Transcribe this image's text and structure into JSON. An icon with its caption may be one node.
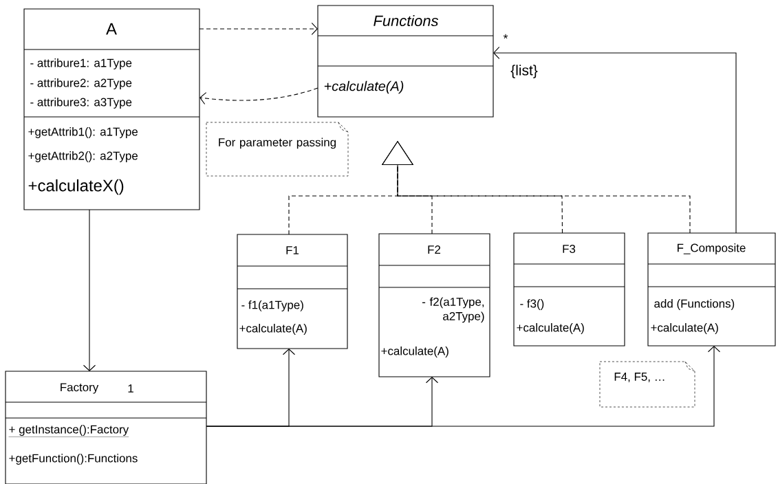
{
  "diagram": {
    "nodes": [
      {
        "text": [
          "A",
          "- attribure1: a1Type",
          "- attribure2: a2Type",
          "- attribure3: a3Type",
          "+getAttrib1(): a1Type",
          "+getAttrib2(): a2Type",
          "+calculateX()"
        ]
      },
      {
        "text": [
          "Functions",
          "+calculate(A)"
        ]
      },
      {
        "text": [
          "For parameter passing"
        ]
      },
      {
        "text": [
          "F1",
          "- f1(a1Type)",
          "+calculate(A)"
        ]
      },
      {
        "text": [
          "F2",
          "- f2(a1Type, a2Type)",
          "+calculate(A)"
        ]
      },
      {
        "text": [
          "F3",
          "- f3()",
          "+calculate(A)"
        ]
      },
      {
        "text": [
          "F_Composite",
          "add (Functions)",
          "+calculate(A)"
        ]
      },
      {
        "text": [
          "F4, F5, …"
        ]
      },
      {
        "text": [
          "Factory",
          "1",
          "+ getInstance():Factory",
          "+getFunction():Functions"
        ]
      }
    ],
    "edges": [
      {
        "from": 0,
        "to": 1,
        "arrow": "to",
        "style": "dashed"
      },
      {
        "from": 1,
        "to": 0,
        "arrow": "to",
        "style": "dashed"
      },
      {
        "from": 3,
        "to": 1,
        "arrow": "to",
        "style": "dashed"
      },
      {
        "from": 4,
        "to": 1,
        "arrow": "to",
        "style": "dashed"
      },
      {
        "from": 5,
        "to": 1,
        "arrow": "to",
        "style": "dashed"
      },
      {
        "from": 6,
        "to": 1,
        "arrow": "to",
        "style": "dashed"
      },
      {
        "from": 6,
        "to": 1,
        "arrow": "to",
        "label": "*"
      },
      {
        "from": 0,
        "to": 8,
        "arrow": "to"
      },
      {
        "from": 8,
        "to": 3,
        "arrow": "to"
      },
      {
        "from": 8,
        "to": 4,
        "arrow": "to"
      },
      {
        "from": 8,
        "to": 6,
        "arrow": "to"
      }
    ],
    "labels": [
      "{list}"
    ]
  }
}
